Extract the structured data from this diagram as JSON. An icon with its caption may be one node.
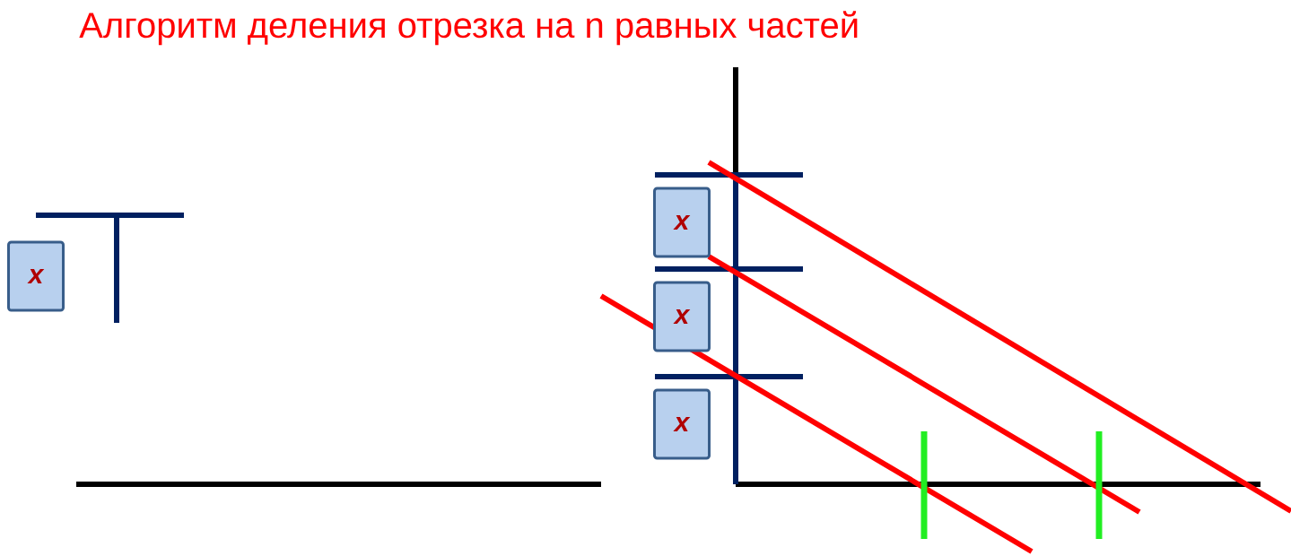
{
  "diagram": {
    "title": "Алгоритм деления отрезка на n равных частей",
    "nodes": [
      {
        "text": [
          "x"
        ]
      },
      {
        "text": [
          "x"
        ]
      },
      {
        "text": [
          "x"
        ]
      },
      {
        "text": [
          "x"
        ]
      }
    ]
  }
}
